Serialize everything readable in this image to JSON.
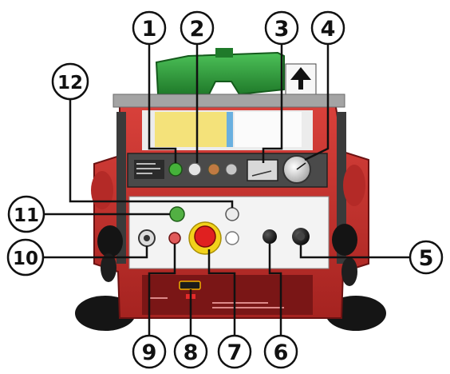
{
  "diagram": {
    "subject": "equipment control panel with numbered callouts",
    "callouts": [
      {
        "label": "1"
      },
      {
        "label": "2"
      },
      {
        "label": "3"
      },
      {
        "label": "4"
      },
      {
        "label": "5"
      },
      {
        "label": "6"
      },
      {
        "label": "7"
      },
      {
        "label": "8"
      },
      {
        "label": "9"
      },
      {
        "label": "10"
      },
      {
        "label": "11"
      },
      {
        "label": "12"
      }
    ]
  },
  "colors": {
    "body_red": "#c9302c",
    "dark_red": "#7a1616",
    "panel_gray": "#5b5b5b",
    "steel": "#9a9a9a",
    "top_green": "#2f9e3c",
    "label_yellow": "#f4e27a",
    "indicator_green": "#52b043",
    "estop_red": "#e02020",
    "estop_yellow": "#f2d21b",
    "white_panel": "#f3f3f3"
  }
}
